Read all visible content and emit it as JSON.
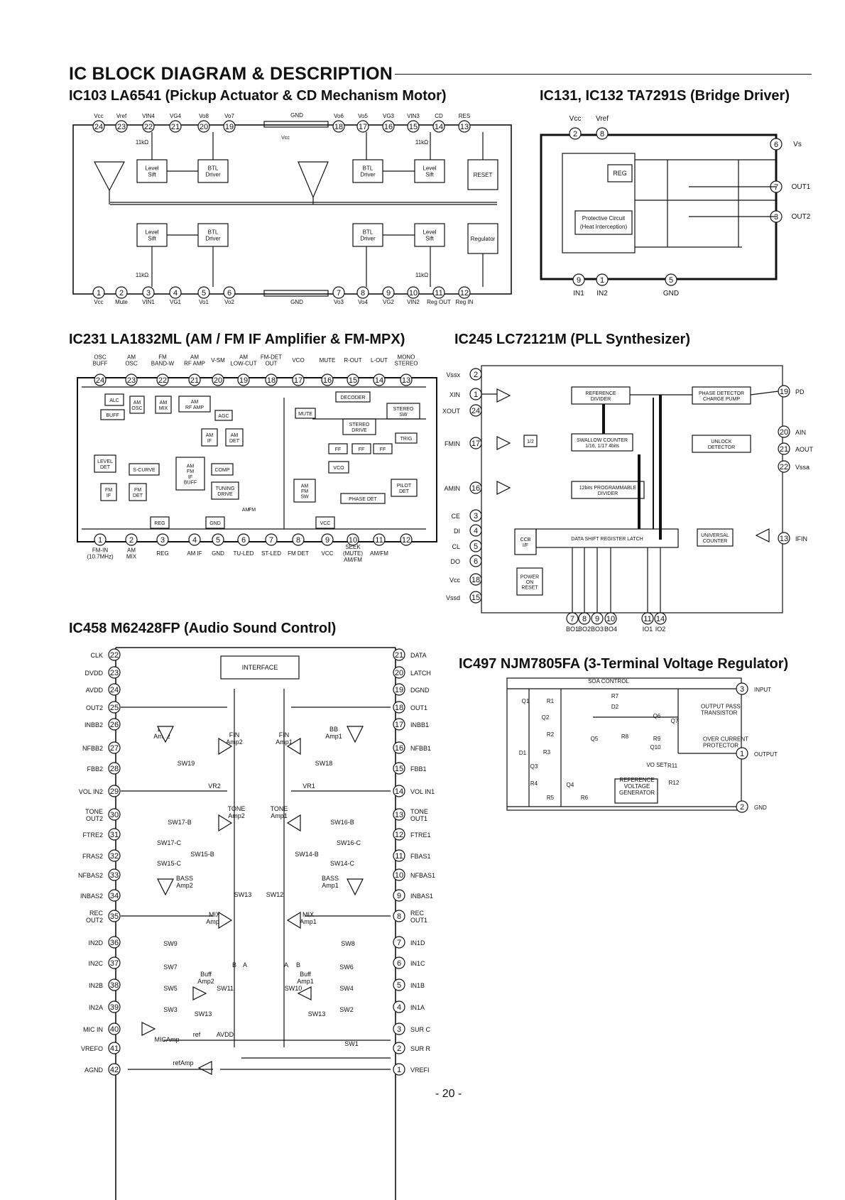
{
  "page": {
    "section_title": "IC  BLOCK  DIAGRAM & DESCRIPTION",
    "page_number": "- 20 -"
  },
  "ic103": {
    "title": "IC103  LA6541  (Pickup Actuator & CD Mechanism Motor)",
    "top_pins": [
      {
        "num": "24",
        "label": "Vcc"
      },
      {
        "num": "23",
        "label": "Vref"
      },
      {
        "num": "22",
        "label": "VIN4"
      },
      {
        "num": "21",
        "label": "VG4"
      },
      {
        "num": "20",
        "label": "Vo8"
      },
      {
        "num": "19",
        "label": "Vo7"
      },
      {
        "num": "18",
        "label": "Vo6"
      },
      {
        "num": "17",
        "label": "Vo5"
      },
      {
        "num": "16",
        "label": "VG3"
      },
      {
        "num": "15",
        "label": "VIN3"
      },
      {
        "num": "14",
        "label": "CD"
      },
      {
        "num": "13",
        "label": "RES"
      }
    ],
    "bottom_pins": [
      {
        "num": "1",
        "label": "Vcc"
      },
      {
        "num": "2",
        "label": "Mute"
      },
      {
        "num": "3",
        "label": "VIN1"
      },
      {
        "num": "4",
        "label": "VG1"
      },
      {
        "num": "5",
        "label": "Vo1"
      },
      {
        "num": "6",
        "label": "Vo2"
      },
      {
        "num": "7",
        "label": "Vo3"
      },
      {
        "num": "8",
        "label": "Vo4"
      },
      {
        "num": "9",
        "label": "VG2"
      },
      {
        "num": "10",
        "label": "VIN2"
      },
      {
        "num": "11",
        "label": "Reg OUT"
      },
      {
        "num": "12",
        "label": "Reg IN"
      }
    ],
    "gnd_label": "GND",
    "vcc_label": "Vcc",
    "res_label": "11kΩ",
    "blocks": {
      "level_sift": "Level\nSift",
      "btl_driver": "BTL\nDriver",
      "reset": "RESET",
      "regulator": "Regulator"
    }
  },
  "ic131": {
    "title": "IC131, IC132  TA7291S  (Bridge Driver)",
    "pins": [
      {
        "num": "2",
        "label": "Vcc"
      },
      {
        "num": "8",
        "label": "Vref"
      },
      {
        "num": "6",
        "label": "Vs"
      },
      {
        "num": "7",
        "label": "OUT1"
      },
      {
        "num": "3",
        "label": "OUT2"
      },
      {
        "num": "9",
        "label": "IN1"
      },
      {
        "num": "1",
        "label": "IN2"
      },
      {
        "num": "5",
        "label": "GND"
      }
    ],
    "reg_label": "REG",
    "protective_label_1": "Protective Circuit",
    "protective_label_2": "(Heat Interception)"
  },
  "ic231": {
    "title": "IC231  LA1832ML  (AM / FM IF Amplifier & FM-MPX)",
    "top_pins": [
      {
        "num": "24",
        "label": "OSC\nBUFF"
      },
      {
        "num": "23",
        "label": "AM\nOSC"
      },
      {
        "num": "22",
        "label": "FM\nBAND-W"
      },
      {
        "num": "21",
        "label": "AM\nRF AMP"
      },
      {
        "num": "20",
        "label": "V-SM"
      },
      {
        "num": "19",
        "label": "AM\nLOW-CUT"
      },
      {
        "num": "18",
        "label": "FM-DET\nOUT"
      },
      {
        "num": "17",
        "label": "VCO"
      },
      {
        "num": "16",
        "label": "MUTE"
      },
      {
        "num": "15",
        "label": "R-OUT"
      },
      {
        "num": "14",
        "label": "L-OUT"
      },
      {
        "num": "13",
        "label": "MONO\nSTEREO"
      }
    ],
    "bottom_pins": [
      {
        "num": "1",
        "label": "FM-IN\n(10.7MHz)"
      },
      {
        "num": "2",
        "label": "AM\nMIX"
      },
      {
        "num": "3",
        "label": "REG"
      },
      {
        "num": "4",
        "label": "AM IF"
      },
      {
        "num": "5",
        "label": "GND"
      },
      {
        "num": "6",
        "label": "TU-LED"
      },
      {
        "num": "7",
        "label": "ST-LED"
      },
      {
        "num": "8",
        "label": "FM DET"
      },
      {
        "num": "9",
        "label": "VCC"
      },
      {
        "num": "10",
        "label": "SEEK\n(MUTE)\nAM/FM"
      },
      {
        "num": "11",
        "label": "AM/FM"
      },
      {
        "num": "12",
        "label": ""
      }
    ],
    "blocks": [
      "ALC",
      "AM\nOSC",
      "AM\nMIX",
      "AM\nRF AMP",
      "BUFF",
      "AGC",
      "DECODER",
      "STEREO\nSW",
      "MUTE",
      "STEREO\nDRIVE",
      "TRIG",
      "AM\nIF",
      "AM\nDET",
      "FF",
      "FF",
      "FF",
      "LEVEL\nDET",
      "S-CURVE",
      "AM\nFM\nIF\nBUFF",
      "COMP",
      "VCO",
      "PILOT\nDET",
      "FM\nIF",
      "FM\nDET",
      "TUNING\nDRIVE",
      "AM\nFM\nSW",
      "PHASE DET",
      "REG",
      "GND",
      "VCC"
    ],
    "am_label": "AM",
    "fm_label": "FM"
  },
  "ic245": {
    "title": "IC245  LC72121M  (PLL Synthesizer)",
    "left_pins": [
      {
        "num": "2",
        "label": "Vssx"
      },
      {
        "num": "1",
        "label": "XIN"
      },
      {
        "num": "24",
        "label": "XOUT"
      },
      {
        "num": "17",
        "label": "FMIN"
      },
      {
        "num": "16",
        "label": "AMIN"
      },
      {
        "num": "3",
        "label": "CE"
      },
      {
        "num": "4",
        "label": "DI"
      },
      {
        "num": "5",
        "label": "CL"
      },
      {
        "num": "6",
        "label": "DO"
      },
      {
        "num": "18",
        "label": "Vcc"
      },
      {
        "num": "15",
        "label": "Vssd"
      }
    ],
    "right_pins": [
      {
        "num": "19",
        "label": "PD"
      },
      {
        "num": "20",
        "label": "AIN"
      },
      {
        "num": "21",
        "label": "AOUT"
      },
      {
        "num": "22",
        "label": "Vssa"
      },
      {
        "num": "13",
        "label": "IFIN"
      }
    ],
    "bottom_pins": [
      {
        "num": "7",
        "label": "BO1"
      },
      {
        "num": "8",
        "label": "BO2"
      },
      {
        "num": "9",
        "label": "BO3"
      },
      {
        "num": "10",
        "label": "BO4"
      },
      {
        "num": "11",
        "label": "IO1"
      },
      {
        "num": "14",
        "label": "IO2"
      }
    ],
    "blocks": {
      "ref_div": "REFERENCE\nDIVIDER",
      "phase_det": "PHASE DETECTOR\nCHARGE PUMP",
      "unlock": "UNLOCK\nDETECTOR",
      "swallow": "SWALLOW COUNTER\n1/16, 1/17 4bits",
      "prog_div": "12bits PROGRAMMABLE\nDIVIDER",
      "shift_reg": "DATA SHIFT REGISTER LATCH",
      "ccb": "CCB\nI/F",
      "universal": "UNIVERSAL\nCOUNTER",
      "power_on": "POWER\nON\nRESET",
      "half": "1/2"
    }
  },
  "ic458": {
    "title": "IC458  M62428FP  (Audio Sound Control)",
    "left_pins": [
      {
        "num": "22",
        "label": "CLK"
      },
      {
        "num": "23",
        "label": "DVDD"
      },
      {
        "num": "24",
        "label": "AVDD"
      },
      {
        "num": "25",
        "label": "OUT2"
      },
      {
        "num": "26",
        "label": "INBB2"
      },
      {
        "num": "27",
        "label": "NFBB2"
      },
      {
        "num": "28",
        "label": "FBB2"
      },
      {
        "num": "29",
        "label": "VOL IN2"
      },
      {
        "num": "30",
        "label": "TONE\nOUT2"
      },
      {
        "num": "31",
        "label": "FTRE2"
      },
      {
        "num": "32",
        "label": "FRAS2"
      },
      {
        "num": "33",
        "label": "NFBAS2"
      },
      {
        "num": "34",
        "label": "INBAS2"
      },
      {
        "num": "35",
        "label": "REC\nOUT2"
      },
      {
        "num": "36",
        "label": "IN2D"
      },
      {
        "num": "37",
        "label": "IN2C"
      },
      {
        "num": "38",
        "label": "IN2B"
      },
      {
        "num": "39",
        "label": "IN2A"
      },
      {
        "num": "40",
        "label": "MIC IN"
      },
      {
        "num": "41",
        "label": "VREFO"
      },
      {
        "num": "42",
        "label": "AGND"
      }
    ],
    "right_pins": [
      {
        "num": "21",
        "label": "DATA"
      },
      {
        "num": "20",
        "label": "LATCH"
      },
      {
        "num": "19",
        "label": "DGND"
      },
      {
        "num": "18",
        "label": "OUT1"
      },
      {
        "num": "17",
        "label": "INBB1"
      },
      {
        "num": "16",
        "label": "NFBB1"
      },
      {
        "num": "15",
        "label": "FBB1"
      },
      {
        "num": "14",
        "label": "VOL IN1"
      },
      {
        "num": "13",
        "label": "TONE\nOUT1"
      },
      {
        "num": "12",
        "label": "FTRE1"
      },
      {
        "num": "11",
        "label": "FBAS1"
      },
      {
        "num": "10",
        "label": "NFBAS1"
      },
      {
        "num": "9",
        "label": "INBAS1"
      },
      {
        "num": "8",
        "label": "REC\nOUT1"
      },
      {
        "num": "7",
        "label": "IN1D"
      },
      {
        "num": "6",
        "label": "IN1C"
      },
      {
        "num": "5",
        "label": "IN1B"
      },
      {
        "num": "4",
        "label": "IN1A"
      },
      {
        "num": "3",
        "label": "SUR C"
      },
      {
        "num": "2",
        "label": "SUR R"
      },
      {
        "num": "1",
        "label": "VREFI"
      }
    ],
    "labels": [
      "INTERFACE",
      "BB\nAmp2",
      "FIN\nAmp2",
      "SW19",
      "VR2",
      "FIN\nAmp1",
      "BB\nAmp1",
      "SW18",
      "VR1",
      "TONE\nAmp2",
      "SW17-B",
      "SW17-C",
      "SW15-B",
      "SW15-C",
      "TONE\nAmp1",
      "SW16-B",
      "SW16-C",
      "SW14-B",
      "SW14-C",
      "BASS\nAmp2",
      "BASS\nAmp1",
      "SW13",
      "SW12",
      "MIX\nAmp2",
      "MIX\nAmp1",
      "SW9",
      "SW7",
      "SW5",
      "SW3",
      "SW8",
      "SW6",
      "SW4",
      "SW2",
      "Buff\nAmp2",
      "Buff\nAmp1",
      "SW11",
      "SW10",
      "SW13",
      "SW13",
      "MICAmp",
      "ref",
      "AVDD",
      "SW1",
      "refAmp",
      "B",
      "A",
      "A",
      "B"
    ]
  },
  "ic497": {
    "title": "IC497  NJM7805FA  (3-Terminal Voltage Regulator)",
    "pins": [
      {
        "num": "3",
        "label": "INPUT"
      },
      {
        "num": "1",
        "label": "OUTPUT"
      },
      {
        "num": "2",
        "label": "GND"
      }
    ],
    "labels": [
      "SOA CONTROL",
      "R7",
      "D2",
      "Q6",
      "Q7",
      "OUTPUT PASS\nTRANSISTOR",
      "Q1",
      "R1",
      "Q2",
      "R2",
      "D1",
      "R3",
      "Q3",
      "R4",
      "R5",
      "R6",
      "Q4",
      "Q5",
      "R8",
      "R9",
      "Q10",
      "OVER CURRENT\nPROTECTOR",
      "VO SET",
      "R11",
      "R12",
      "REFERENCE\nVOLTAGE\nGENERATOR"
    ]
  }
}
